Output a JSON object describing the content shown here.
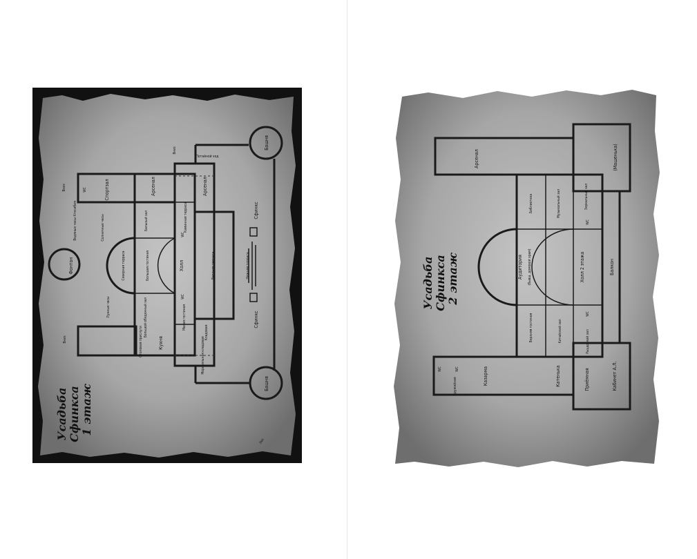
{
  "left_page": {
    "title": [
      "Усадьба",
      "Сфинкса",
      "1 этаж"
    ],
    "labels": {
      "fountain": "Фонтан",
      "tower_1": "Башня",
      "tower_2": "Башня",
      "down_1": "Вниз",
      "down_2": "Вниз",
      "down_3": "Вниз",
      "secret_passage": "Потайной ход",
      "water_clock": "Водяные часы Ктесибия",
      "sun_clock": "Солнечные часы",
      "moon_clock": "Лунные часы",
      "gym": "Спортзал",
      "wc_1": "WC",
      "wc_2": "WC",
      "wc_3": "WC",
      "arsenal_1": "Арсенал",
      "arsenal_2": "Арсенал",
      "ballroom": "Бальный зал",
      "fireplace_terrace": "Каминная терраса",
      "north_terrace": "Северная терраса",
      "big_living": "Большая гостиная",
      "hall": "Холл",
      "upper_terrace": "Верхняя терраса",
      "lower_terrace": "Нижняя терраса",
      "sphinx_1": "Сфинкс",
      "sphinx_2": "Сфинкс",
      "dining": "Большой обеденный зал",
      "small_living": "Малая гостиная",
      "kitchen": "Кухня",
      "servants_dining": "Столовая прислуги",
      "pantry": "Кладовая",
      "cold_pantry": "Морозильная кладовая",
      "forest": "Лес"
    }
  },
  "right_page": {
    "title": [
      "Усадьба",
      "Сфинкса",
      "2 этаж"
    ],
    "labels": {
      "arsenal": "Арсенал",
      "library": "Библиотека",
      "music_hall": "Музыкальный зал",
      "mirror_hall": "Зеркальный зал",
      "mashenka": "(Машенька)",
      "wc_1": "WC",
      "wc_2": "WC",
      "wc_3": "WC",
      "wc_4": "WC",
      "auditorium": "Аудитория",
      "auditorium_note": "(бывш. домовой храм)",
      "hall": "Холл 2 этажа",
      "balcony": "Балкон",
      "upper_living": "Верхняя гостиная",
      "chinese_hall": "Китайский зал",
      "knights_hall": "Рыцарский зал",
      "study": "Кабинет А.Л.",
      "reception": "Приёмная",
      "katenka": "Катенька",
      "barracks": "Казарма",
      "armory": "Оружейная"
    }
  },
  "colors": {
    "frame": "#111111",
    "parchment": "#9e9e9e",
    "ink": "#1a1a1a"
  }
}
